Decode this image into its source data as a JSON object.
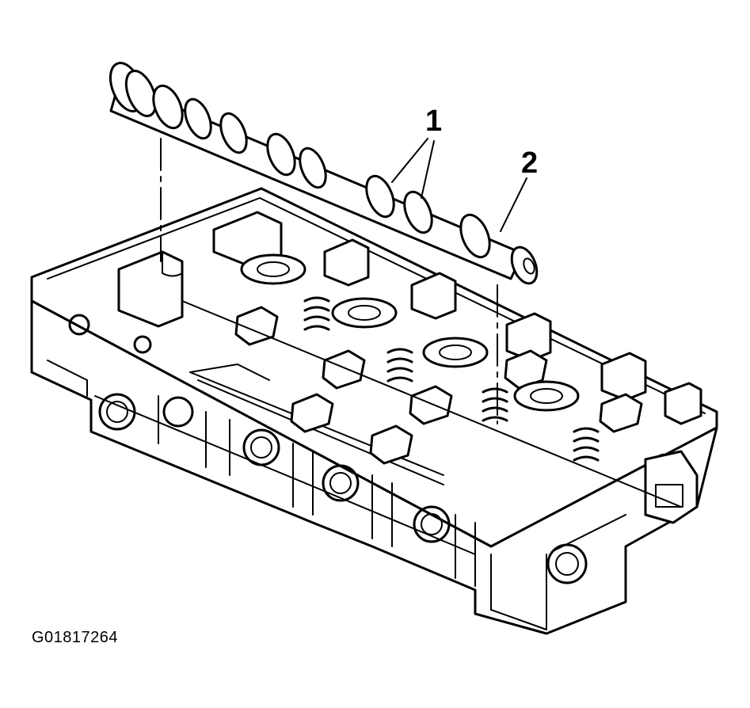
{
  "callouts": {
    "label_1": "1",
    "label_2": "2"
  },
  "figure_id": "G01817264",
  "colors": {
    "ink": "#000000",
    "paper": "#ffffff"
  }
}
